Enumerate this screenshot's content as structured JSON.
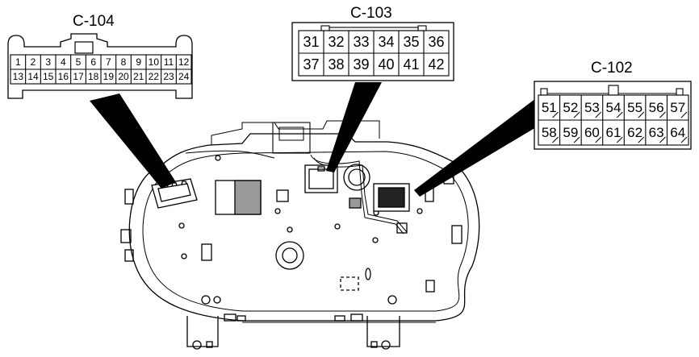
{
  "connectors": [
    {
      "id": "C-104",
      "label": "C-104",
      "rows": [
        [
          "1",
          "2",
          "3",
          "4",
          "5",
          "6",
          "7",
          "8",
          "9",
          "10",
          "11",
          "12"
        ],
        [
          "13",
          "14",
          "15",
          "16",
          "17",
          "18",
          "19",
          "20",
          "21",
          "22",
          "23",
          "24"
        ]
      ]
    },
    {
      "id": "C-103",
      "label": "C-103",
      "rows": [
        [
          "31",
          "32",
          "33",
          "34",
          "35",
          "36"
        ],
        [
          "37",
          "38",
          "39",
          "40",
          "41",
          "42"
        ]
      ]
    },
    {
      "id": "C-102",
      "label": "C-102",
      "rows": [
        [
          "51",
          "52",
          "53",
          "54",
          "55",
          "56",
          "57"
        ],
        [
          "58",
          "59",
          "60",
          "61",
          "62",
          "63",
          "64"
        ]
      ]
    }
  ]
}
